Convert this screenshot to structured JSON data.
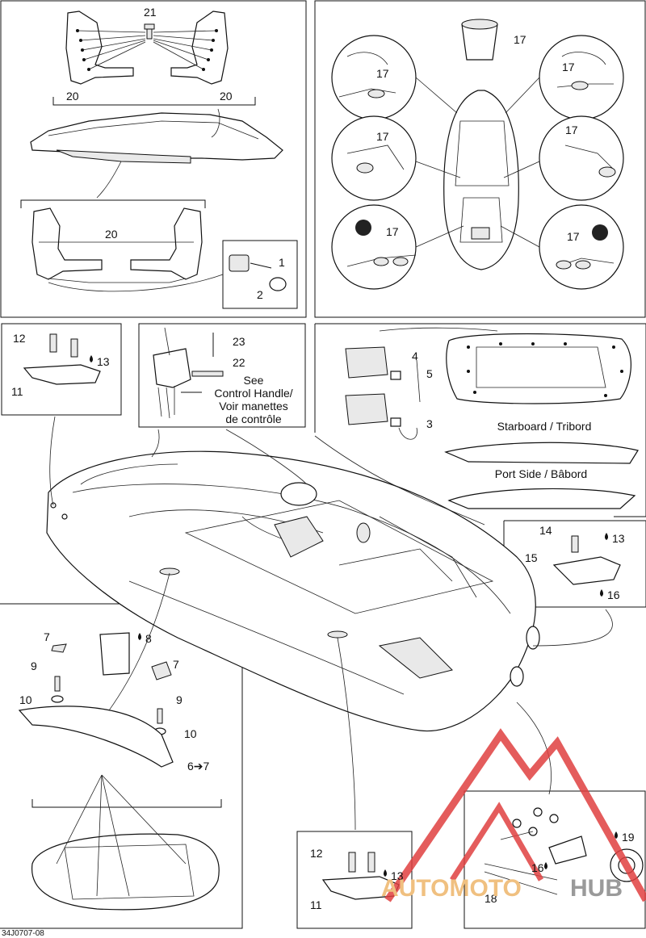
{
  "callouts": {
    "c21": "21",
    "c20a": "20",
    "c20b": "20",
    "c20c": "20",
    "c1": "1",
    "c2": "2",
    "c17a": "17",
    "c17b": "17",
    "c17c": "17",
    "c17d": "17",
    "c17e": "17",
    "c17f": "17",
    "c17g": "17",
    "c12a": "12",
    "c13a": "13",
    "c11a": "11",
    "c23": "23",
    "c22": "22",
    "c4": "4",
    "c5": "5",
    "c3": "3",
    "c14": "14",
    "c13b": "13",
    "c15": "15",
    "c16a": "16",
    "c7a": "7",
    "c8": "8",
    "c7b": "7",
    "c9a": "9",
    "c10a": "10",
    "c9b": "9",
    "c10b": "10",
    "c6to7": "6➔7",
    "c12b": "12",
    "c13c": "13",
    "c11b": "11",
    "c19": "19",
    "c16b": "16",
    "c18": "18"
  },
  "labels": {
    "see_line1": "See",
    "see_line2": "Control Handle/",
    "see_line3": "Voir manettes",
    "see_line4": "de contrôle",
    "starboard": "Starboard / Tribord",
    "port": "Port Side / Bâbord"
  },
  "drawing_code": "34J0707-08",
  "watermark": {
    "brand_part1": "AUTOMOTO",
    "brand_part2": "HUB",
    "color_part1": "#f0c080",
    "color_part2": "#9a9a9a",
    "logo_color": "#e04040"
  }
}
